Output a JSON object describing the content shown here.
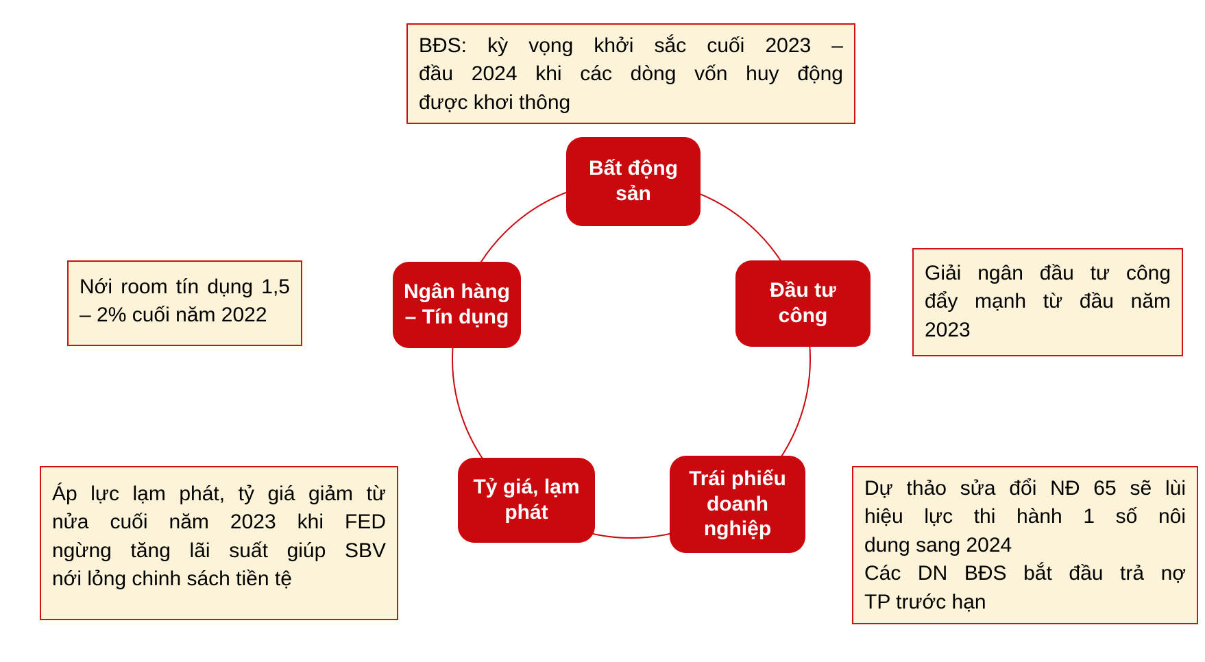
{
  "colors": {
    "node_fill": "#C9090E",
    "node_text": "#FFFFFF",
    "callout_fill": "#FCF3D9",
    "callout_border": "#CF1211",
    "callout_text": "#000000",
    "connector": "#C9090E"
  },
  "nodes": {
    "real_estate": {
      "label": "Bất động\nsản"
    },
    "banking_credit": {
      "label": "Ngân hàng\n– Tín dụng"
    },
    "public_investment": {
      "label": "Đầu tư\ncông"
    },
    "fx_inflation": {
      "label": "Tỷ giá, lạm\nphát"
    },
    "corporate_bonds": {
      "label": "Trái phiếu\ndoanh\nnghiệp"
    }
  },
  "callouts": {
    "real_estate": {
      "lines": [
        {
          "t": "BĐS: kỳ vọng khởi sắc cuối 2023 –",
          "j": true
        },
        {
          "t": "đầu 2024 khi các dòng vốn huy động",
          "j": true
        },
        {
          "t": "được khơi thông",
          "j": false
        }
      ]
    },
    "credit_room": {
      "lines": [
        {
          "t": "Nới room tín dụng 1,5",
          "j": true
        },
        {
          "t": "– 2% cuối năm 2022",
          "j": false
        }
      ]
    },
    "public_investment": {
      "lines": [
        {
          "t": "Giải ngân đầu tư công",
          "j": true
        },
        {
          "t": "đẩy mạnh từ đầu năm",
          "j": true
        },
        {
          "t": "2023",
          "j": false
        }
      ]
    },
    "inflation_fx": {
      "lines": [
        {
          "t": "Áp lực lạm phát, tỷ giá giảm từ",
          "j": true
        },
        {
          "t": "nửa cuối năm 2023 khi FED",
          "j": true
        },
        {
          "t": "ngừng tăng lãi suất giúp SBV",
          "j": true
        },
        {
          "t": "nới lỏng chinh sách tiền tệ",
          "j": false
        }
      ]
    },
    "corporate_bonds": {
      "lines": [
        {
          "t": "Dự thảo sửa đổi NĐ 65 sẽ lùi",
          "j": true
        },
        {
          "t": "hiệu lực thi hành 1 số nôi",
          "j": true
        },
        {
          "t": "dung sang 2024",
          "j": false
        },
        {
          "t": "Các DN BĐS bắt đầu trả nợ",
          "j": true
        },
        {
          "t": "TP trước hạn",
          "j": false
        }
      ]
    }
  }
}
